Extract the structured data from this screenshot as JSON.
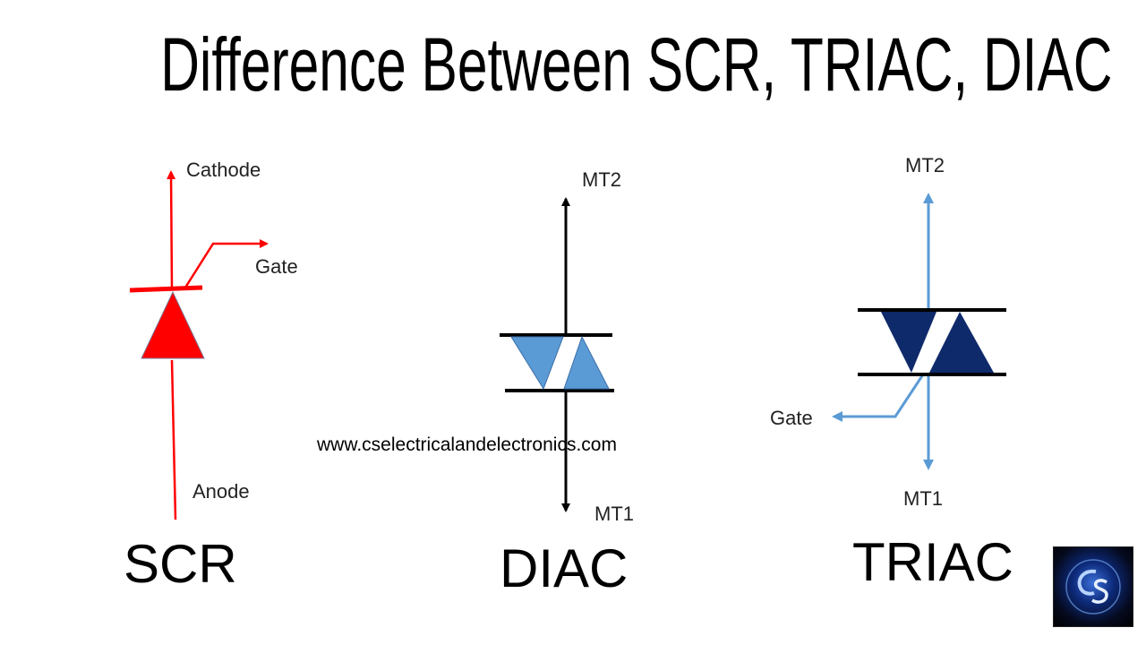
{
  "title": "Difference Between SCR, TRIAC, DIAC",
  "watermark": "www.cselectricalandelectronics.com",
  "scr": {
    "name": "SCR",
    "labels": {
      "cathode": "Cathode",
      "gate": "Gate",
      "anode": "Anode"
    },
    "color": "#ff0000"
  },
  "diac": {
    "name": "DIAC",
    "labels": {
      "mt2": "MT2",
      "mt1": "MT1"
    },
    "line_color": "#000000",
    "fill_color": "#5b9bd5"
  },
  "triac": {
    "name": "TRIAC",
    "labels": {
      "mt2": "MT2",
      "mt1": "MT1",
      "gate": "Gate"
    },
    "line_color": "#5b9bd5",
    "fill_color": "#0f2a6b"
  },
  "logo": {
    "icon": "cs-logo-icon"
  }
}
